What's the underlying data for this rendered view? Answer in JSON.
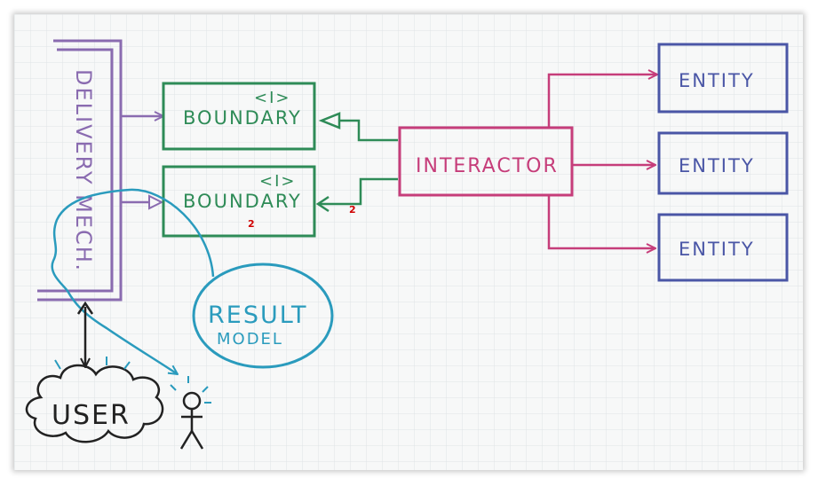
{
  "delivery": {
    "label": "DELIVERY MECH."
  },
  "boundary_top": {
    "tag": "<I>",
    "label": "BOUNDARY"
  },
  "boundary_bottom": {
    "tag": "<I>",
    "label": "BOUNDARY"
  },
  "interactor": {
    "label": "INTERACTOR"
  },
  "entities": [
    {
      "label": "ENTITY"
    },
    {
      "label": "ENTITY"
    },
    {
      "label": "ENTITY"
    }
  ],
  "result_model": {
    "line1": "RESULT",
    "line2": "MODEL"
  },
  "user": {
    "label": "USER"
  },
  "markers": [
    {
      "label": "2"
    },
    {
      "label": "2"
    }
  ],
  "colors": {
    "green": "#2e8b57",
    "magenta": "#c63d7a",
    "purple": "#8a6bb0",
    "blue": "#4a56a6",
    "cyan": "#2a9bbd",
    "black": "#222222",
    "marker_red": "#d00000"
  }
}
